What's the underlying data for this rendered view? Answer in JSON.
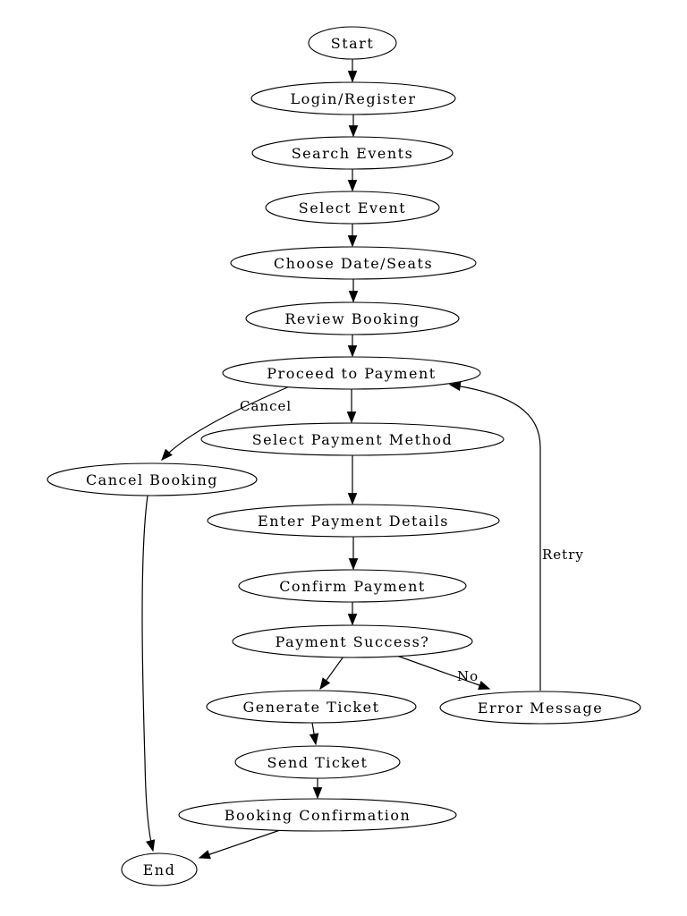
{
  "diagram": {
    "type": "flowchart",
    "background_color": "#ffffff",
    "node_fill_color": "#ffffff",
    "line_color": "#000000",
    "text_color": "#000000",
    "nodes": [
      {
        "id": "start",
        "label": "Start"
      },
      {
        "id": "login_register",
        "label": "Login/Register"
      },
      {
        "id": "search_events",
        "label": "Search Events"
      },
      {
        "id": "select_event",
        "label": "Select Event"
      },
      {
        "id": "choose_date_seats",
        "label": "Choose Date/Seats"
      },
      {
        "id": "review_booking",
        "label": "Review Booking"
      },
      {
        "id": "proceed_to_payment",
        "label": "Proceed to Payment"
      },
      {
        "id": "select_payment_method",
        "label": "Select Payment Method"
      },
      {
        "id": "cancel_booking",
        "label": "Cancel Booking"
      },
      {
        "id": "enter_payment_details",
        "label": "Enter Payment Details"
      },
      {
        "id": "confirm_payment",
        "label": "Confirm Payment"
      },
      {
        "id": "payment_success",
        "label": "Payment Success?"
      },
      {
        "id": "generate_ticket",
        "label": "Generate Ticket"
      },
      {
        "id": "error_message",
        "label": "Error Message"
      },
      {
        "id": "send_ticket",
        "label": "Send Ticket"
      },
      {
        "id": "booking_confirmation",
        "label": "Booking Confirmation"
      },
      {
        "id": "end",
        "label": "End"
      }
    ],
    "edges": [
      {
        "from": "start",
        "to": "login_register",
        "label": ""
      },
      {
        "from": "login_register",
        "to": "search_events",
        "label": ""
      },
      {
        "from": "search_events",
        "to": "select_event",
        "label": ""
      },
      {
        "from": "select_event",
        "to": "choose_date_seats",
        "label": ""
      },
      {
        "from": "choose_date_seats",
        "to": "review_booking",
        "label": ""
      },
      {
        "from": "review_booking",
        "to": "proceed_to_payment",
        "label": ""
      },
      {
        "from": "proceed_to_payment",
        "to": "select_payment_method",
        "label": ""
      },
      {
        "from": "proceed_to_payment",
        "to": "cancel_booking",
        "label": "Cancel"
      },
      {
        "from": "select_payment_method",
        "to": "enter_payment_details",
        "label": ""
      },
      {
        "from": "enter_payment_details",
        "to": "confirm_payment",
        "label": ""
      },
      {
        "from": "confirm_payment",
        "to": "payment_success",
        "label": ""
      },
      {
        "from": "payment_success",
        "to": "generate_ticket",
        "label": ""
      },
      {
        "from": "payment_success",
        "to": "error_message",
        "label": "No"
      },
      {
        "from": "error_message",
        "to": "proceed_to_payment",
        "label": "Retry"
      },
      {
        "from": "generate_ticket",
        "to": "send_ticket",
        "label": ""
      },
      {
        "from": "send_ticket",
        "to": "booking_confirmation",
        "label": ""
      },
      {
        "from": "booking_confirmation",
        "to": "end",
        "label": ""
      },
      {
        "from": "cancel_booking",
        "to": "end",
        "label": ""
      }
    ]
  }
}
